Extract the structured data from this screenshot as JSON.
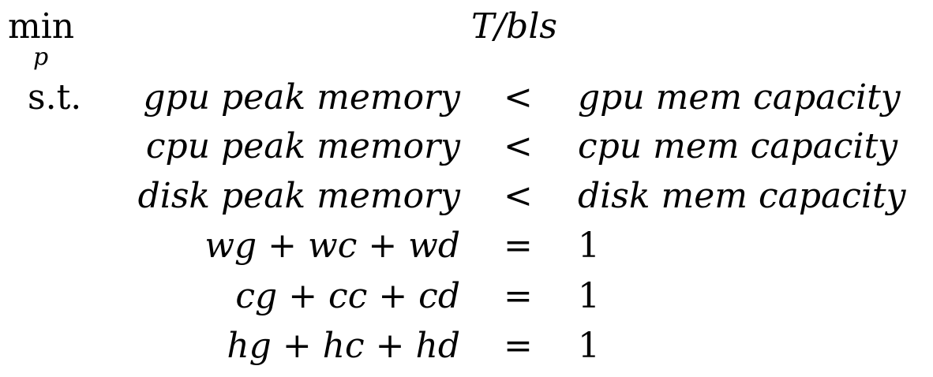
{
  "objective": {
    "operator": "min",
    "subscript": "p",
    "expression": "T/bls"
  },
  "constraints_label": "s.t.",
  "constraints": [
    {
      "lhs": "gpu peak memory",
      "relation": "<",
      "rhs": "gpu mem capacity"
    },
    {
      "lhs": "cpu peak memory",
      "relation": "<",
      "rhs": "cpu mem capacity"
    },
    {
      "lhs": "disk peak memory",
      "relation": "<",
      "rhs": "disk mem capacity"
    },
    {
      "lhs": "wg + wc + wd",
      "relation": "=",
      "rhs": "1"
    },
    {
      "lhs": "cg + cc + cd",
      "relation": "=",
      "rhs": "1"
    },
    {
      "lhs": "hg + hc + hd",
      "relation": "=",
      "rhs": "1"
    }
  ]
}
